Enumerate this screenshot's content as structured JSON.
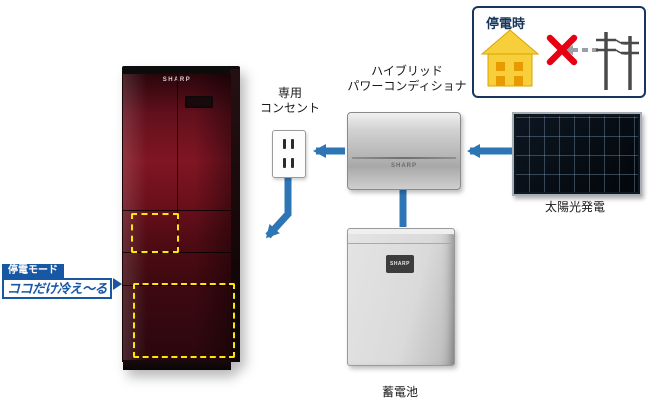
{
  "outage_box": {
    "title": "停電時",
    "icons": [
      "house-icon",
      "no-power-x-icon",
      "power-lines-icon"
    ]
  },
  "labels": {
    "outlet_line1": "専用",
    "outlet_line2": "コンセント",
    "conditioner_line1": "ハイブリッド",
    "conditioner_line2": "パワーコンディショナ",
    "solar": "太陽光発電",
    "battery": "蓄電池"
  },
  "callout": {
    "badge": "停電モード",
    "text": "ココだけ冷え〜る"
  },
  "brand": "SHARP",
  "colors": {
    "arrow_blue": "#2e75b6",
    "highlight_yellow": "#ffe600",
    "callout_blue": "#1857a4",
    "outage_border_navy": "#17365d",
    "x_red": "#e60012",
    "house_yellow": "#f6cf3a",
    "fridge_red": "#801523"
  }
}
